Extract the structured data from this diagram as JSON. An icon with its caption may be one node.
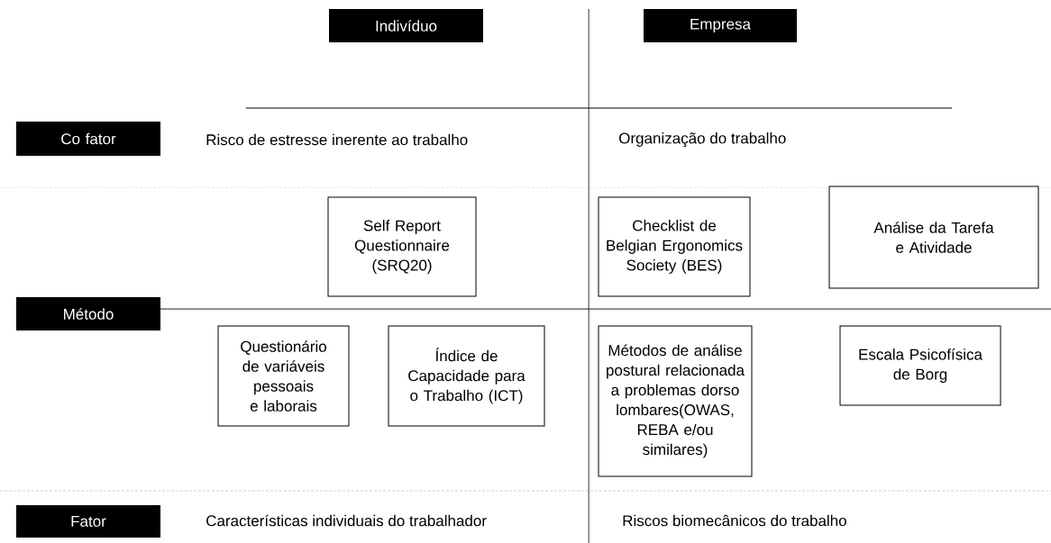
{
  "diagram": {
    "nodes": [
      {
        "text": [
          "Indivíduo"
        ]
      },
      {
        "text": [
          "Empresa"
        ]
      },
      {
        "text": [
          "Co fator"
        ]
      },
      {
        "text": [
          "Método"
        ]
      },
      {
        "text": [
          "Fator"
        ]
      },
      {
        "text": [
          "Self Report Questionnaire (SRQ20)"
        ]
      },
      {
        "text": [
          "Checklist de Belgian Ergonomics Society (BES)"
        ]
      },
      {
        "text": [
          "Análise da Tarefa e Atividade"
        ]
      },
      {
        "text": [
          "Questionário de variáveis pessoais e laborais"
        ]
      },
      {
        "text": [
          "Índice de Capacidade para o Trabalho (ICT)"
        ]
      },
      {
        "text": [
          "Métodos de análise postural relacionada a problemas dorso lombares(OWAS, REBA e/ou similares)"
        ]
      },
      {
        "text": [
          "Escala Psicofísica de Borg"
        ]
      }
    ],
    "labels": [
      "Risco de estresse inerente ao trabalho",
      "Organização do trabalho",
      "Características individuais do trabalhador",
      "Riscos biomecânicos do trabalho"
    ]
  }
}
